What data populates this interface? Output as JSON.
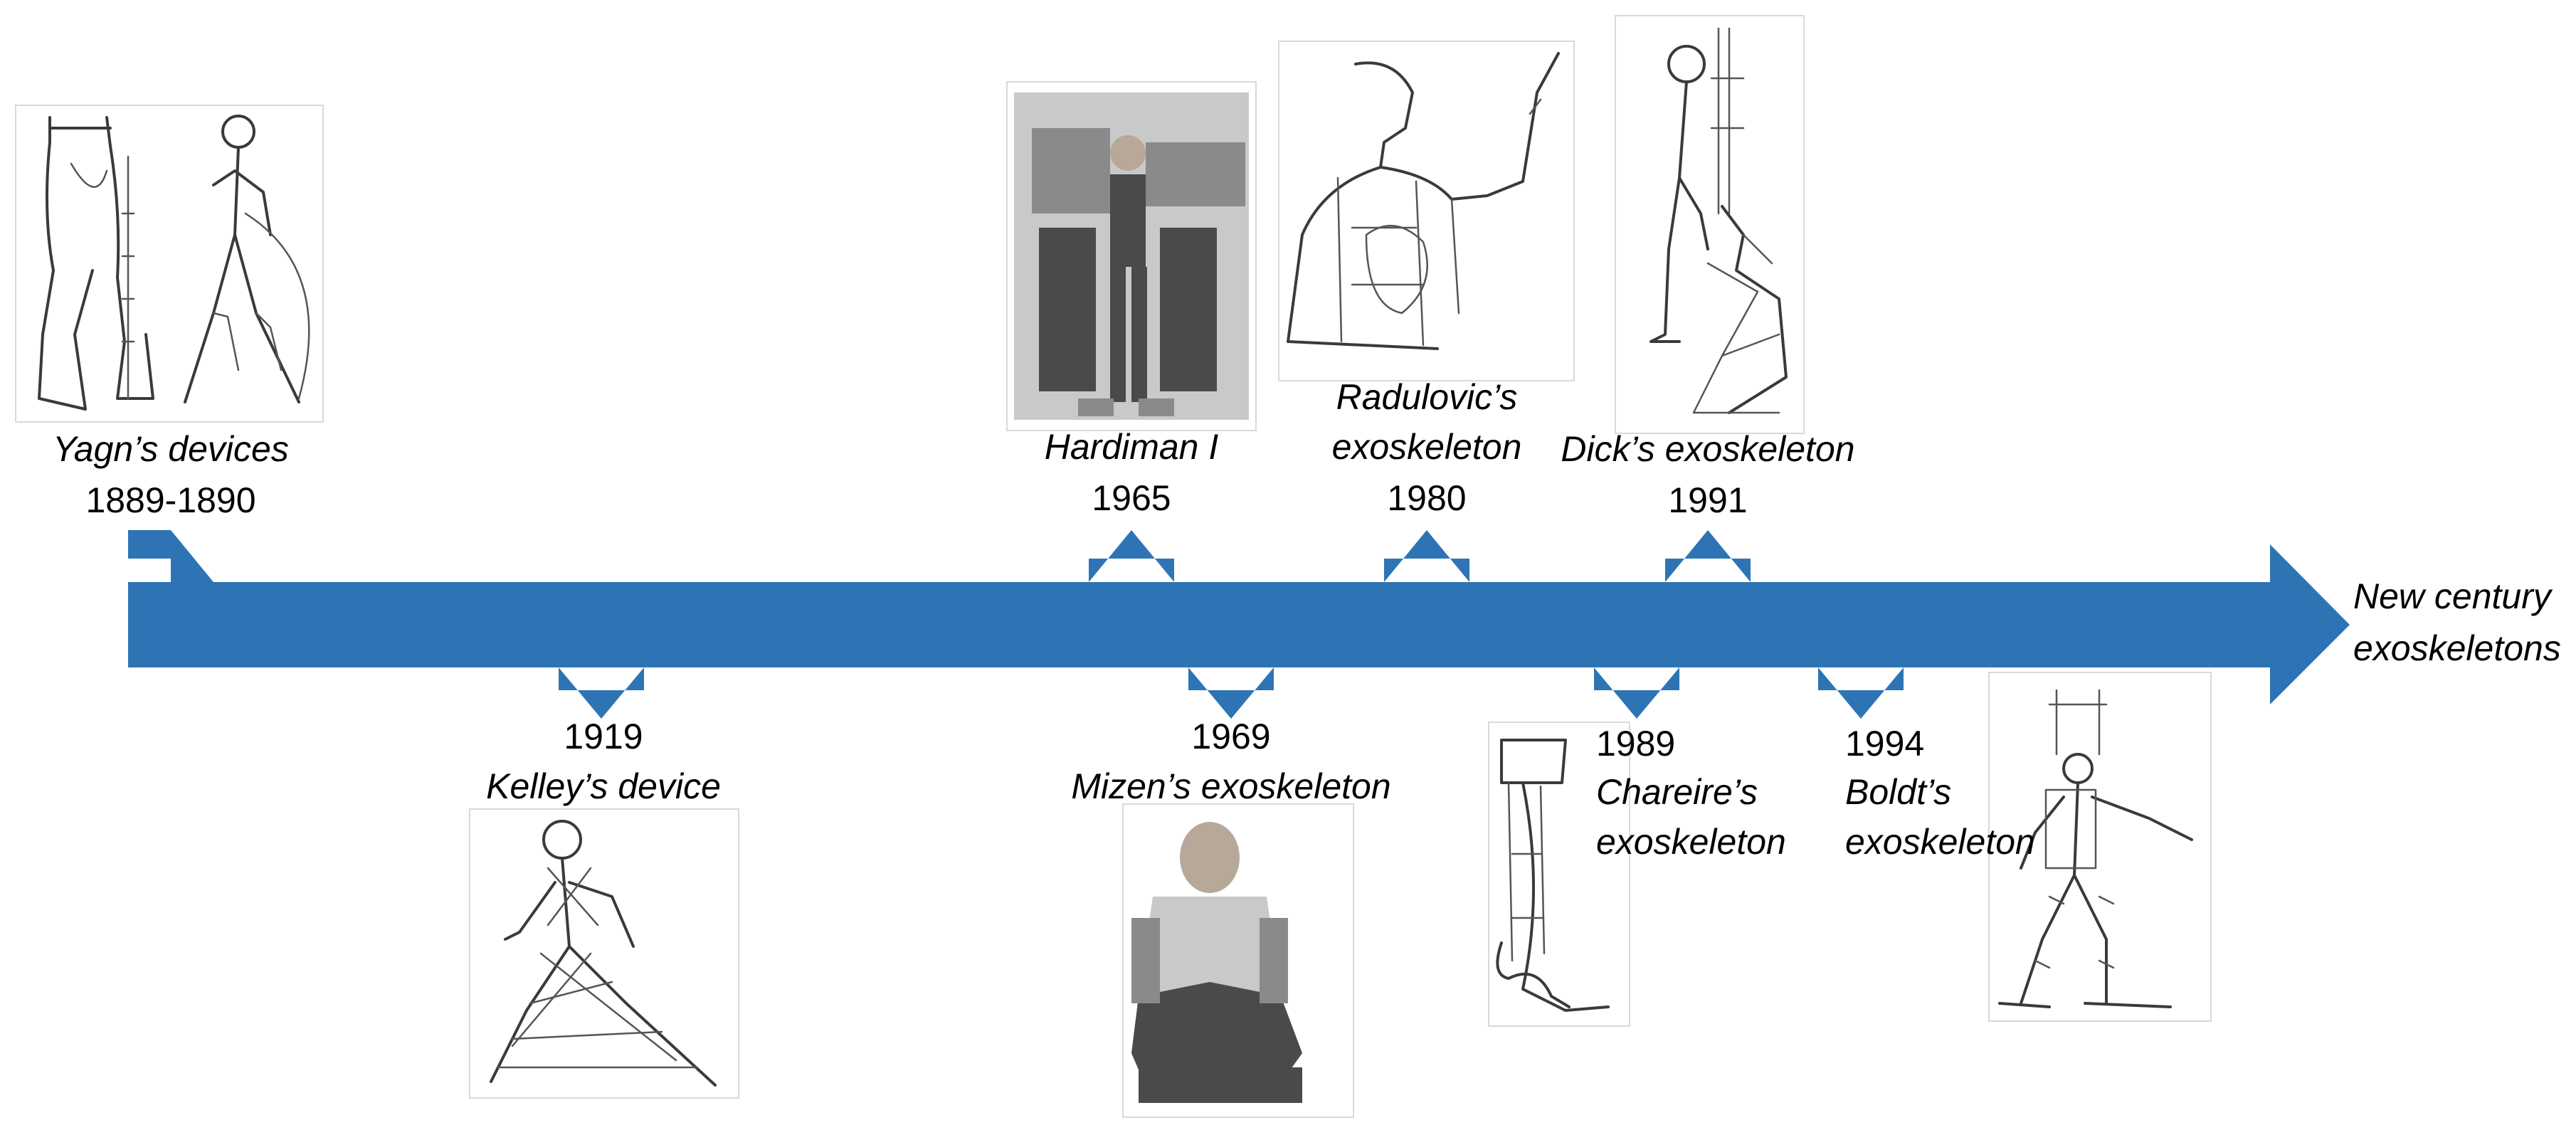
{
  "colors": {
    "arrow": "#2E74B5",
    "text": "#000000"
  },
  "timeline": {
    "end_label_line1": "New century",
    "end_label_line2": "exoskeletons"
  },
  "events": [
    {
      "id": "yagn",
      "year": "1889-1890",
      "name_lines": [
        "Yagn’s devices"
      ],
      "side": "top",
      "image": "yagn-devices-patent-drawing"
    },
    {
      "id": "kelley",
      "year": "1919",
      "name_lines": [
        "Kelley’s device"
      ],
      "side": "bottom",
      "image": "kelley-device-patent-drawing"
    },
    {
      "id": "hardiman",
      "year": "1965",
      "name_lines": [
        "Hardiman I"
      ],
      "side": "top",
      "image": "hardiman-photo"
    },
    {
      "id": "mizen",
      "year": "1969",
      "name_lines": [
        "Mizen’s exoskeleton"
      ],
      "side": "bottom",
      "image": "mizen-exoskeleton-photo"
    },
    {
      "id": "radulovic",
      "year": "1980",
      "name_lines": [
        "Radulovic’s",
        "exoskeleton"
      ],
      "side": "top",
      "image": "radulovic-exoskeleton-drawing"
    },
    {
      "id": "chareire",
      "year": "1989",
      "name_lines": [
        "Chareire’s",
        "exoskeleton"
      ],
      "side": "bottom",
      "image": "chareire-exoskeleton-drawing"
    },
    {
      "id": "dick",
      "year": "1991",
      "name_lines": [
        "Dick’s exoskeleton"
      ],
      "side": "top",
      "image": "dick-exoskeleton-drawing"
    },
    {
      "id": "boldt",
      "year": "1994",
      "name_lines": [
        "Boldt’s",
        "exoskeleton"
      ],
      "side": "bottom",
      "image": "boldt-exoskeleton-drawing"
    }
  ]
}
